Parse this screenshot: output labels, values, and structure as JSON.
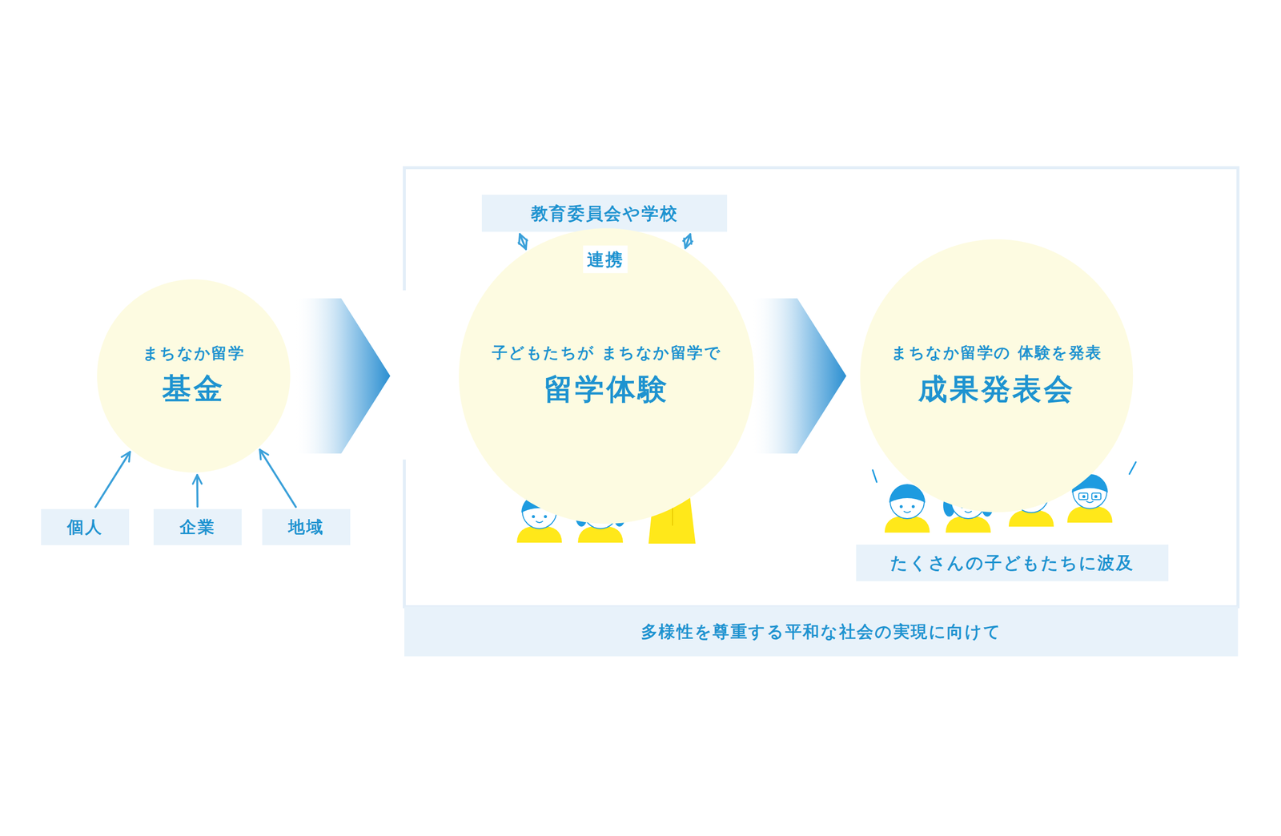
{
  "diagram": {
    "nodes": [
      {
        "text": [
          "まちなか留学",
          "基金"
        ]
      },
      {
        "text": [
          "個人"
        ]
      },
      {
        "text": [
          "企業"
        ]
      },
      {
        "text": [
          "地域"
        ]
      },
      {
        "text": [
          "多様性を尊重する平和な社会の実現に向けて"
        ]
      },
      {
        "text": [
          "教育委員会や学校"
        ],
        "in": 4
      },
      {
        "text": [
          "子どもたちが まちなか留学で",
          "留学体験"
        ],
        "in": 4
      },
      {
        "text": [
          "まちなか留学の 体験を発表",
          "成果発表会"
        ],
        "in": 4
      },
      {
        "text": [
          "たくさんの子どもたちに波及"
        ],
        "in": 4
      }
    ],
    "edges": [
      {
        "from": 1,
        "to": 0,
        "arrow": "to"
      },
      {
        "from": 2,
        "to": 0,
        "arrow": "to"
      },
      {
        "from": 3,
        "to": 0,
        "arrow": "to"
      },
      {
        "from": 0,
        "to": 6,
        "arrow": "to"
      },
      {
        "from": 5,
        "to": 6,
        "arrow": "both"
      },
      {
        "from": 5,
        "to": 6,
        "arrow": "both"
      },
      {
        "from": 6,
        "to": 7,
        "arrow": "to"
      }
    ],
    "labels": [
      "連携"
    ]
  }
}
